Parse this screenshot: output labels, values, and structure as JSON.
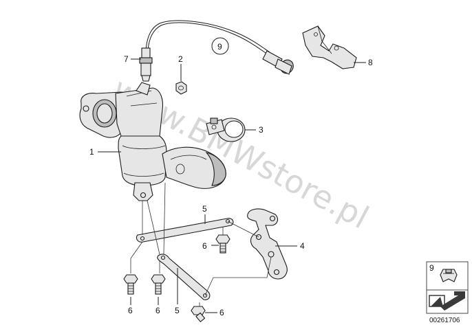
{
  "watermark": "www.BMWstore.pl",
  "diagram_number": "00261706",
  "legend": {
    "number": "9"
  },
  "callouts": {
    "c1": "1",
    "c2": "2",
    "c3": "3",
    "c4": "4",
    "c5a": "5",
    "c5b": "5",
    "c6a": "6",
    "c6b": "6",
    "c6c": "6",
    "c6d": "6",
    "c7": "7",
    "c8": "8",
    "c9": "9"
  },
  "parts": [
    {
      "id": "1",
      "name": "catalytic-converter"
    },
    {
      "id": "2",
      "name": "hex-nut"
    },
    {
      "id": "3",
      "name": "clamp"
    },
    {
      "id": "4",
      "name": "bracket"
    },
    {
      "id": "5",
      "name": "support-strap"
    },
    {
      "id": "6",
      "name": "hex-bolt"
    },
    {
      "id": "7",
      "name": "oxygen-sensor"
    },
    {
      "id": "8",
      "name": "holder"
    },
    {
      "id": "9",
      "name": "clip"
    }
  ]
}
